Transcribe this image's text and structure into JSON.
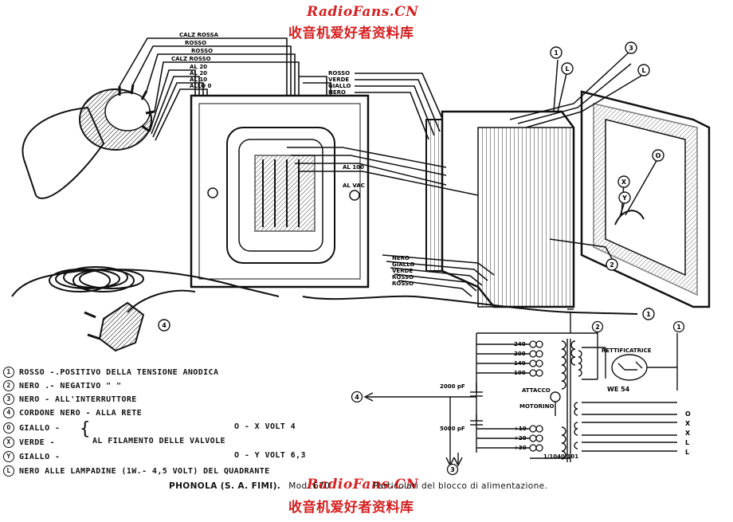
{
  "watermark": {
    "en": "RadioFans.CN",
    "cn": "收音机爱好者资料库",
    "color": "#d42020"
  },
  "wire_labels_top": [
    "CALZ  ROSSA",
    "ROSSO",
    "ROSSO",
    "CALZ  ROSSO",
    "AL 20",
    "AL 20",
    "AL 10",
    "ALLO 0"
  ],
  "wire_colors_right": [
    "ROSSO",
    "VERDE",
    "GIALLO",
    "NERO"
  ],
  "wire_colors_bottom": [
    "NERO",
    "GIALLO",
    "VERDE",
    "ROSSO",
    "ROSSO"
  ],
  "coil_labels": [
    "AL 100",
    "AL VAC"
  ],
  "terminal_markers": [
    "1",
    "2",
    "3",
    "L",
    "L",
    "O",
    "X",
    "Y",
    "4"
  ],
  "schematic": {
    "taps_primary": [
      "240",
      "200",
      "140",
      "100"
    ],
    "taps_secondary": [
      "+10",
      "+20",
      "+30"
    ],
    "cap_top": "2000 pF",
    "cap_bottom": "5000 pF",
    "rectifier_label": "RETTIFICATRICE",
    "tube": "WE 54",
    "motor_label_1": "ATTACCO",
    "motor_label_2": "MOTORINO",
    "transformer_code": "1/1040/101",
    "outputs": [
      "O",
      "X",
      "X",
      "L",
      "L"
    ],
    "node_labels": [
      "1",
      "2",
      "3",
      "4"
    ]
  },
  "legend": [
    {
      "num": "1",
      "text": "ROSSO -.POSITIVO DELLA TENSIONE ANODICA"
    },
    {
      "num": "2",
      "text": "NERO .- NEGATIVO        \"           \""
    },
    {
      "num": "3",
      "text": "NERO - ALL'INTERRUTTORE"
    },
    {
      "num": "4",
      "text": "CORDONE NERO - ALLA RETE"
    },
    {
      "num": "O",
      "text": "GIALLO -"
    },
    {
      "num": "X",
      "text": "VERDE -"
    },
    {
      "num": "Y",
      "text": "GIALLO -"
    },
    {
      "num": "L",
      "text": "NERO  ALLE LAMPADINE (1W.- 4,5 VOLT) DEL QUADRANTE"
    }
  ],
  "legend_brace_text": "AL FILAMENTO DELLE VALVOLE",
  "legend_volt_1": "O - X  VOLT 4",
  "legend_volt_2": "O - Y  VOLT 6,3",
  "caption": {
    "maker": "PHONOLA (S. A. FIMI).",
    "model": "Mod. 670",
    "title": "Particolari del blocco di alimentazione."
  }
}
